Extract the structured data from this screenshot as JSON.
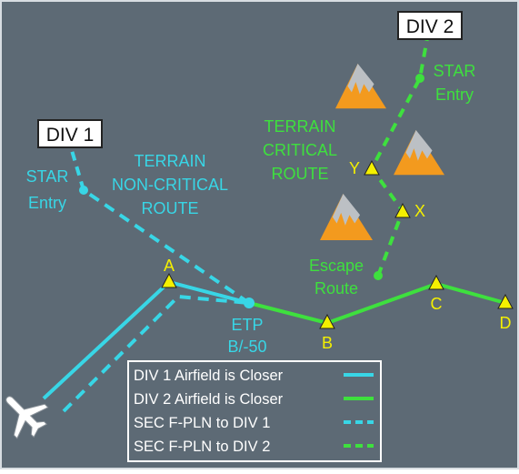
{
  "colors": {
    "background": "#5d6a75",
    "cyan": "#38d6e6",
    "green": "#3ee03e",
    "yellow": "#f4f000",
    "mountain": "#f39a1e",
    "snow": "#bcc0c4"
  },
  "boxes": {
    "div1": "DIV 1",
    "div2": "DIV 2"
  },
  "labels": {
    "star_entry_1_line1": "STAR",
    "star_entry_1_line2": "Entry",
    "star_entry_2_line1": "STAR",
    "star_entry_2_line2": "Entry",
    "noncrit_line1": "TERRAIN",
    "noncrit_line2": "NON-CRITICAL",
    "noncrit_line3": "ROUTE",
    "crit_line1": "TERRAIN",
    "crit_line2": "CRITICAL",
    "crit_line3": "ROUTE",
    "escape_line1": "Escape",
    "escape_line2": "Route",
    "etp_line1": "ETP",
    "etp_line2": "B/-50"
  },
  "waypoints": {
    "a": "A",
    "b": "B",
    "c": "C",
    "d": "D",
    "x": "X",
    "y": "Y"
  },
  "legend": {
    "items": [
      "DIV 1 Airfield is Closer",
      "DIV 2 Airfield is Closer",
      "SEC F-PLN to DIV 1",
      "SEC F-PLN to DIV 2"
    ]
  },
  "icons": {
    "aircraft": "airplane-icon",
    "mountain": "mountain-icon"
  }
}
